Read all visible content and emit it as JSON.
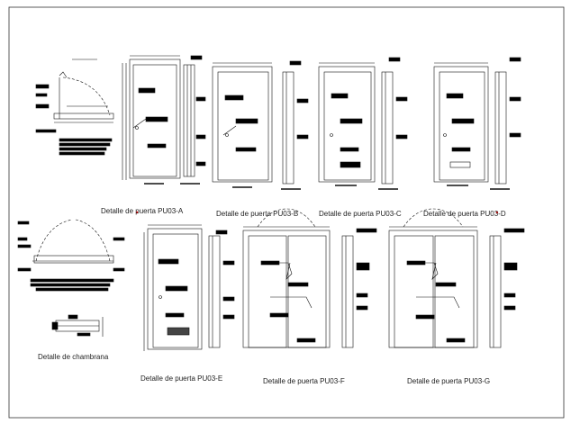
{
  "drawing": {
    "captions": {
      "pu03_a": "Detalle de puerta PU03-A",
      "pu03_b": "Detalle de puerta PU03-B",
      "pu03_c": "Detalle de puerta PU03-C",
      "pu03_d": "Detalle de puerta PU03-D",
      "pu03_e": "Detalle de puerta PU03-E",
      "pu03_f": "Detalle de puerta PU03-F",
      "pu03_g": "Detalle de puerta PU03-G",
      "chambrana": "Detalle de chambrana"
    },
    "colors": {
      "line": "#111111",
      "label_block": "#000000",
      "dimension": "#555555",
      "accent": "#ff0000"
    }
  }
}
